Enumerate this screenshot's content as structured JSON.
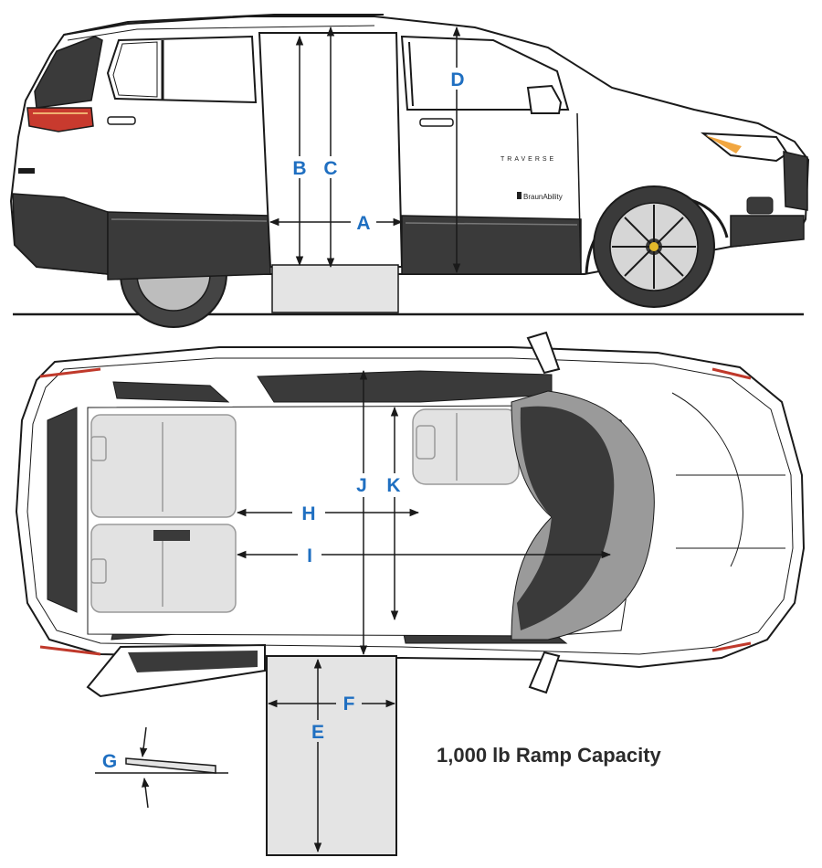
{
  "model_badge": "TRAVERSE",
  "brand_badge": "BraunAbility",
  "dimension_labels": {
    "A": "A",
    "B": "B",
    "C": "C",
    "D": "D",
    "E": "E",
    "F": "F",
    "G": "G",
    "H": "H",
    "I": "I",
    "J": "J",
    "K": "K"
  },
  "caption": "1,000 lb Ramp Capacity",
  "colors": {
    "label": "#1f6fc1",
    "line": "#1a1a1a",
    "body_dark": "#3a3a3a",
    "ramp": "#e4e4e4"
  }
}
